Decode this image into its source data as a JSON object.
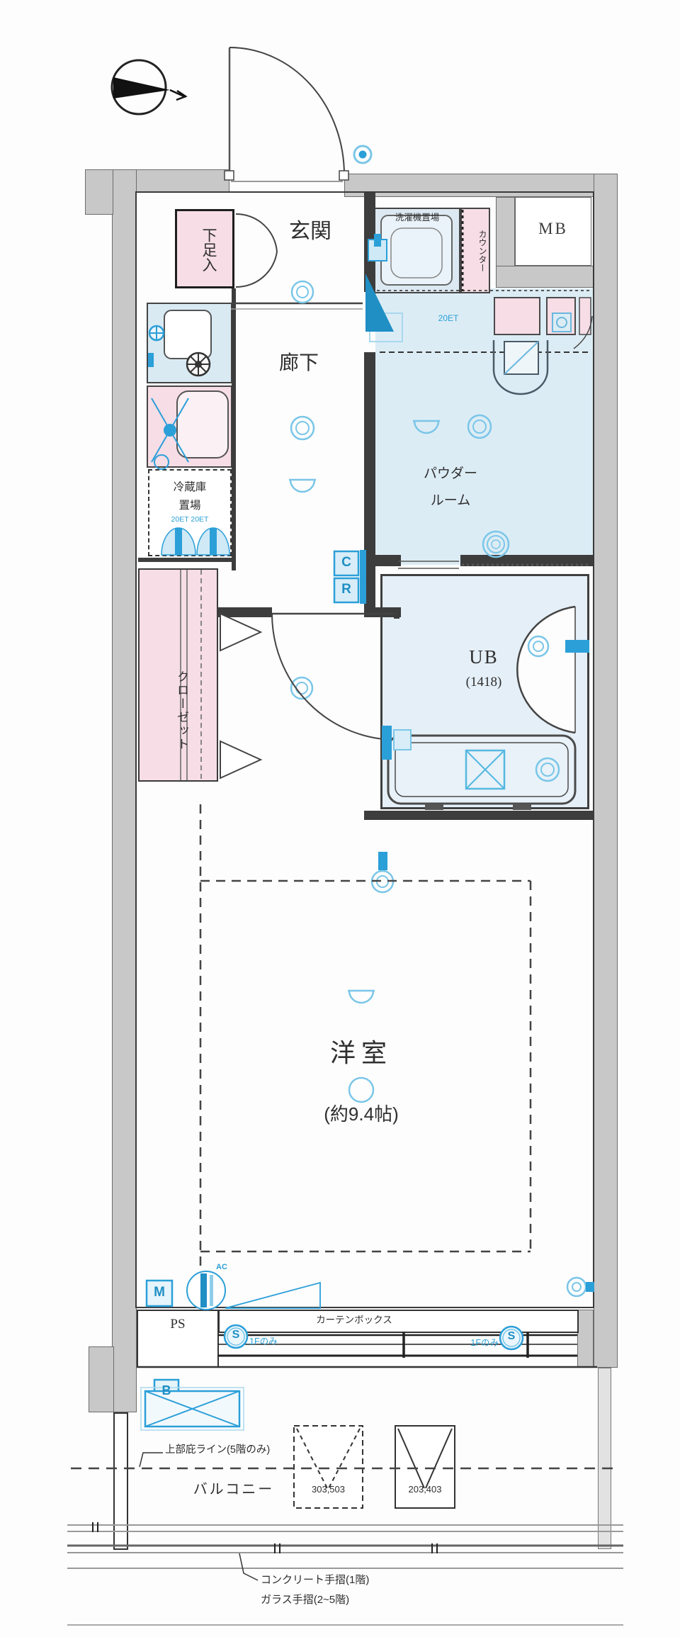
{
  "rooms": {
    "genkan": "玄関",
    "hall": "廊下",
    "shoe": "下足入",
    "washer": "洗濯機置場",
    "counter": "カウンター",
    "mb": "MB",
    "powder1": "パウダー",
    "powder2": "ルーム",
    "fridge1": "冷蔵庫",
    "fridge2": "置場",
    "closet": "クローゼット",
    "ub": "UB",
    "ub_size": "(1418)",
    "western": "洋室",
    "western_size": "(約9.4帖)",
    "ps": "PS",
    "curtain": "カーテンボックス",
    "balcony": "バルコニー"
  },
  "badges": {
    "c": "C",
    "r": "R",
    "m": "M",
    "b": "B",
    "s_left": "S",
    "s_right": "S",
    "ac": "AC"
  },
  "notes": {
    "et_powder": "20ET",
    "et_fridge": "20ET 20ET",
    "shutter_left": "1Fのみ",
    "shutter_right": "1Fのみ",
    "eaves": "上部庇ライン(5階のみ)",
    "handrail1": "コンクリート手摺(1階)",
    "handrail2": "ガラス手摺(2~5階)",
    "vent_left": "303,503",
    "vent_right": "203,403"
  },
  "symbols": {
    "north_arrow": "compass pointing left",
    "downlight": "double-circle",
    "ceiling_light": "half-dome",
    "ac_sleeve": "circle with bar",
    "outdoor_unit": "box with X",
    "shutter_box": "circled S",
    "vent": "V box"
  },
  "colors": {
    "wall": "#c8c8c8",
    "line": "#3a3a3a",
    "pink": "#f6dde6",
    "blue_room": "#dcecf5",
    "symbol_blue": "#2b9fd8",
    "symbol_blue_light": "#7ac6e8",
    "text": "#2f2f2f",
    "blue_text": "#2aa0d5"
  }
}
